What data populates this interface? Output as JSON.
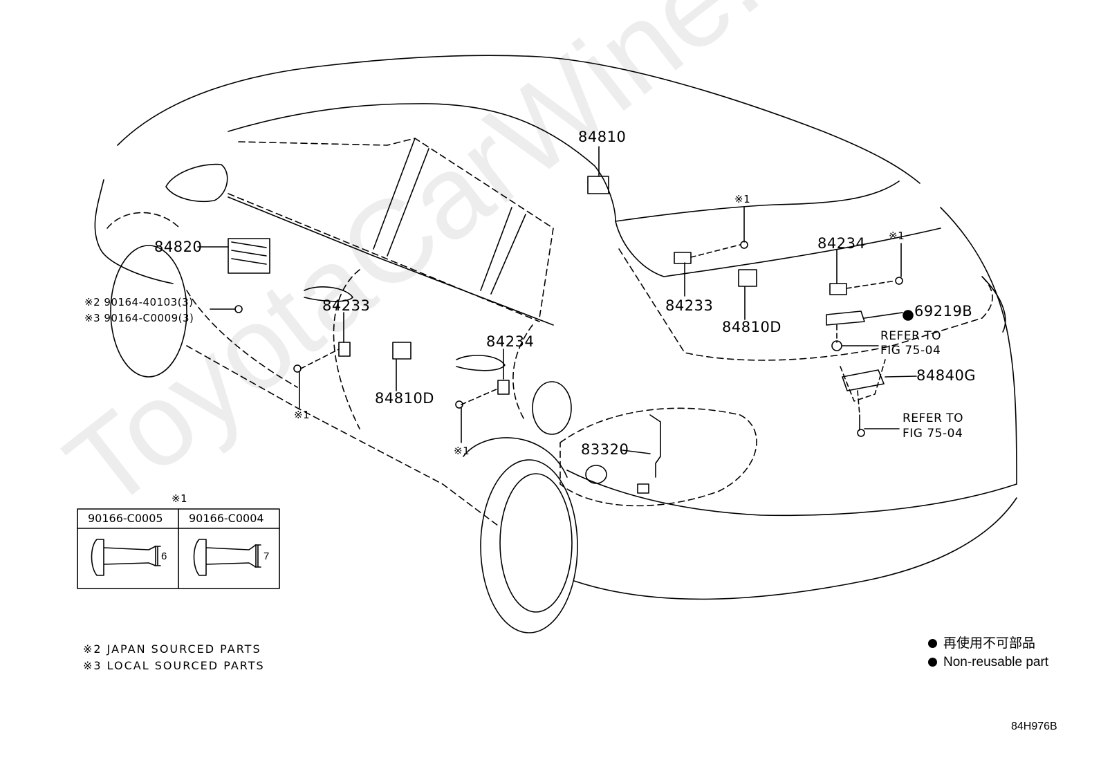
{
  "watermark": "ToyotaCarWine.ru",
  "parts": {
    "p84810": "84810",
    "p84820": "84820",
    "bolt_line1": "※2 90164-40103(3)",
    "bolt_line2": "※3 90164-C0009(3)",
    "p84233_left": "84233",
    "p84810D_left": "84810D",
    "p84234_left": "84234",
    "note1_left_a": "※1",
    "note1_left_b": "※1",
    "p83320": "83320",
    "note1_top_a": "※1",
    "note1_top_b": "※1",
    "p84233_right": "84233",
    "p84810D_right": "84810D",
    "p84234_right": "84234",
    "p69219B": "69219B",
    "refer1_line1": "REFER TO",
    "refer1_line2": "FIG 75-04",
    "p84840G": "84840G",
    "refer2_line1": "REFER TO",
    "refer2_line2": "FIG 75-04"
  },
  "clip_table": {
    "marker": "※1",
    "columns": [
      {
        "part": "90166-C0005",
        "dim": "6"
      },
      {
        "part": "90166-C0004",
        "dim": "7"
      }
    ]
  },
  "footnotes": {
    "line1": "※2 JAPAN SOURCED PARTS",
    "line2": "※3 LOCAL SOURCED PARTS"
  },
  "legend": {
    "line1": "再使用不可部品",
    "line2": "Non-reusable part"
  },
  "diagram_code": "84H976B"
}
